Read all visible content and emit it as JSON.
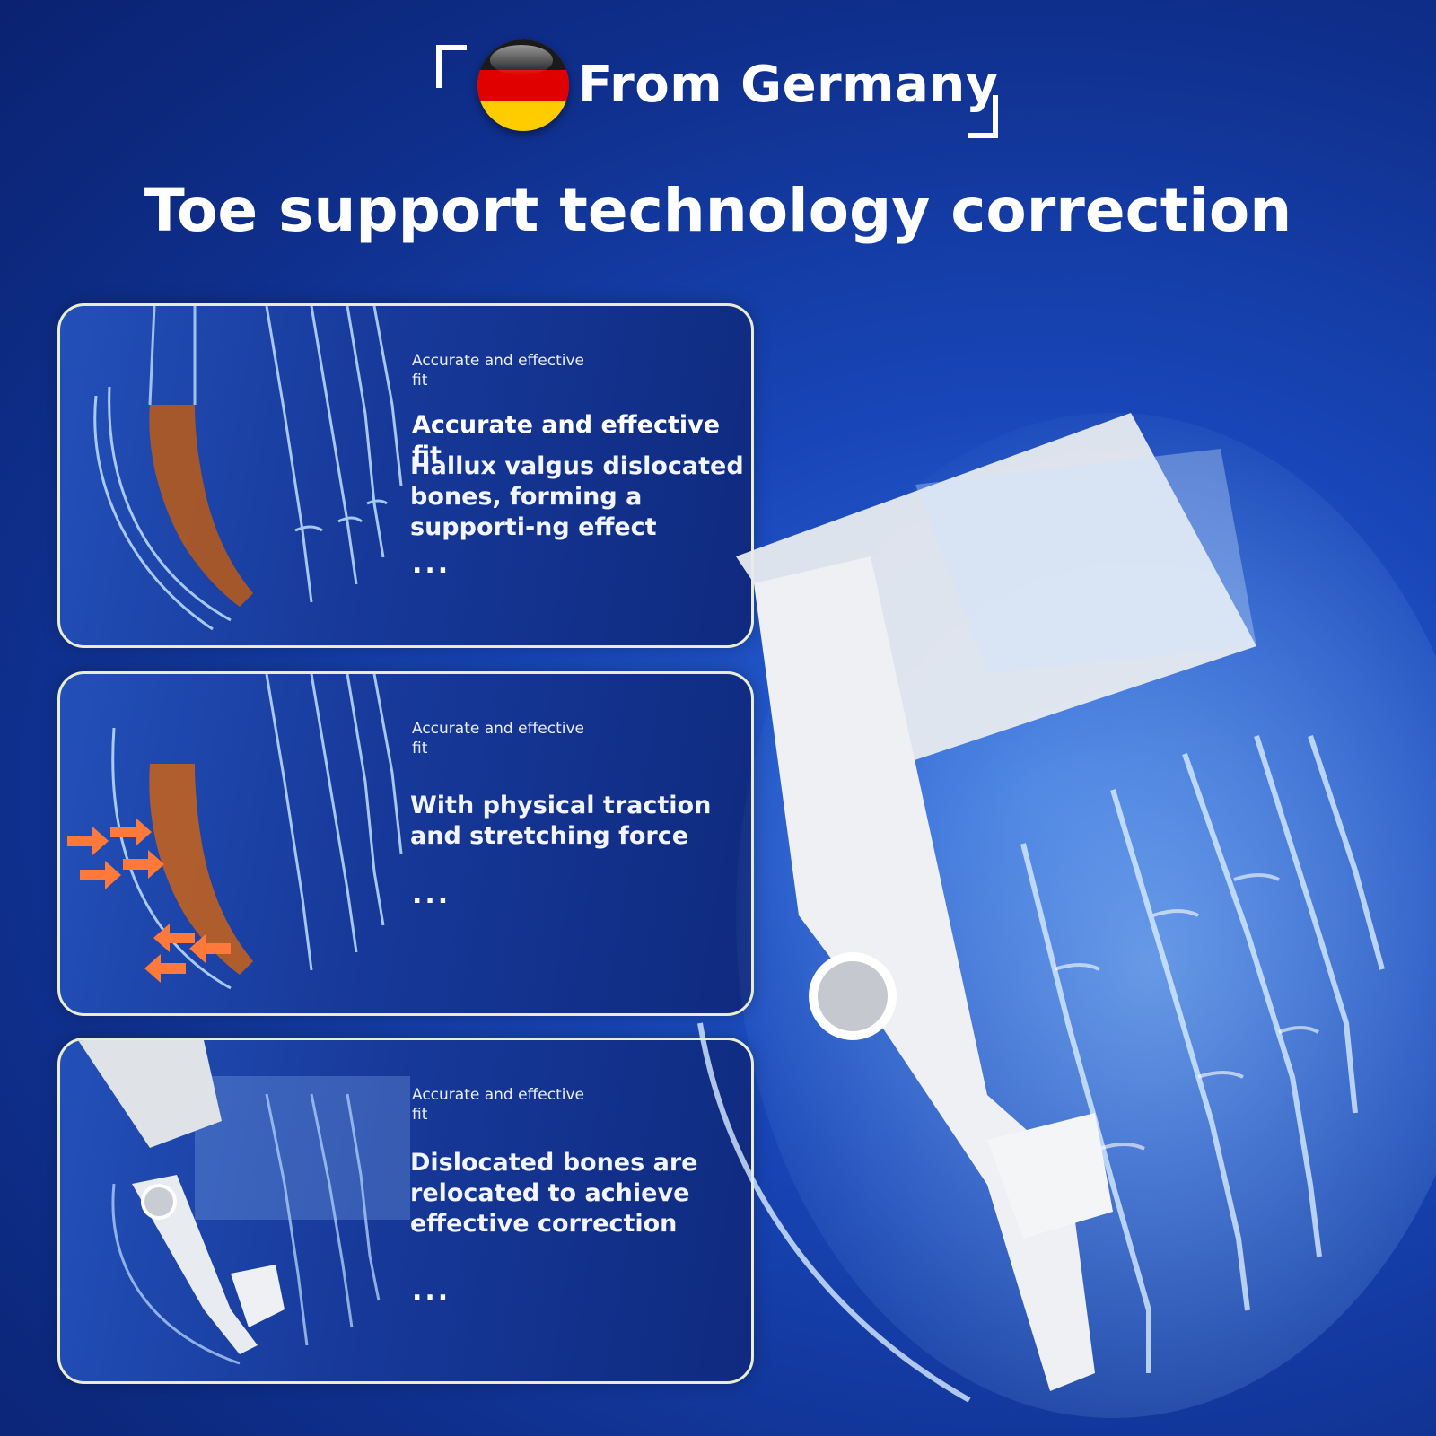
{
  "header": {
    "origin_label": "From Germany",
    "flag_icon": "germany-flag-icon",
    "headline": "Toe support technology correction"
  },
  "panels": [
    {
      "small_caption": "Accurate and effective fit",
      "title": "Accurate and effective fit",
      "body": "Hallux valgus dislocated bones, forming a supporti-ng effect",
      "more": "..."
    },
    {
      "small_caption": "Accurate and effective fit",
      "title": "",
      "body": "With physical traction and stretching force",
      "more": "..."
    },
    {
      "small_caption": "Accurate and effective fit",
      "title": "",
      "body": "Dislocated bones are relocated to achieve effective correction",
      "more": "..."
    }
  ],
  "colors": {
    "background": "#1846b8",
    "panel_border": "#e9edd2",
    "bone_glow": "#bfe0ff",
    "highlight_bone": "#b45a1e",
    "arrow": "#ff7a3a",
    "brace": "#e8ebef"
  }
}
